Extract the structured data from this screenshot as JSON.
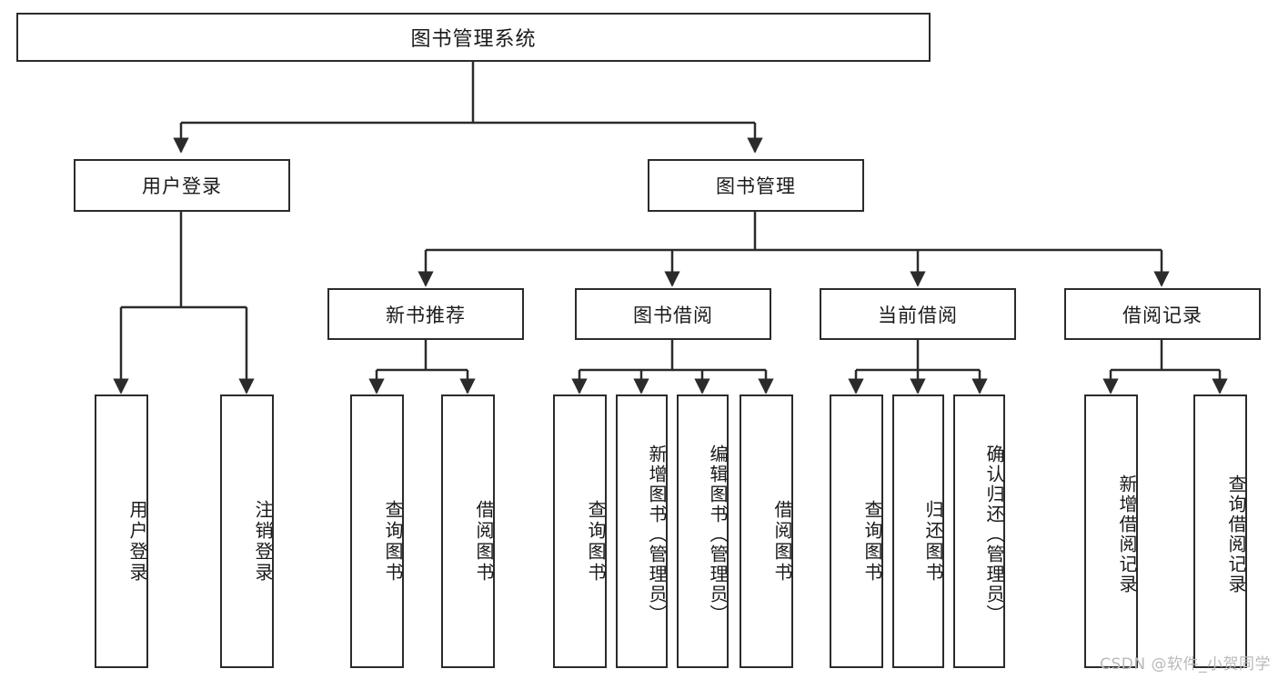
{
  "diagram": {
    "type": "tree",
    "title": "图书管理系统",
    "root": {
      "id": "root",
      "label": "图书管理系统"
    },
    "level2": [
      {
        "id": "user-login",
        "label": "用户登录"
      },
      {
        "id": "book-manage",
        "label": "图书管理"
      }
    ],
    "level3": [
      {
        "id": "new-book-recommend",
        "label": "新书推荐"
      },
      {
        "id": "book-borrow",
        "label": "图书借阅"
      },
      {
        "id": "current-borrow",
        "label": "当前借阅"
      },
      {
        "id": "borrow-record",
        "label": "借阅记录"
      }
    ],
    "leaves": {
      "user_login": [
        {
          "id": "leaf-user-login",
          "label": "用户登录"
        },
        {
          "id": "leaf-logout",
          "label": "注销登录"
        }
      ],
      "new_book_recommend": [
        {
          "id": "leaf-query-book-1",
          "label": "查询图书"
        },
        {
          "id": "leaf-borrow-book-1",
          "label": "借阅图书"
        }
      ],
      "book_borrow": [
        {
          "id": "leaf-query-book-2",
          "label": "查询图书"
        },
        {
          "id": "leaf-add-book",
          "label": "新增图书（管理员）"
        },
        {
          "id": "leaf-edit-book",
          "label": "编辑图书（管理员）"
        },
        {
          "id": "leaf-borrow-book-2",
          "label": "借阅图书"
        }
      ],
      "current_borrow": [
        {
          "id": "leaf-query-book-3",
          "label": "查询图书"
        },
        {
          "id": "leaf-return-book",
          "label": "归还图书"
        },
        {
          "id": "leaf-confirm-return",
          "label": "确认归还（管理员）"
        }
      ],
      "borrow_record": [
        {
          "id": "leaf-add-record",
          "label": "新增借阅记录"
        },
        {
          "id": "leaf-query-record",
          "label": "查询借阅记录"
        }
      ]
    },
    "watermark": "CSDN @软件_小贺同学",
    "colors": {
      "stroke": "#2b2b2b",
      "fill": "#ffffff",
      "text": "#1a1a1a",
      "watermark": "#b9b9b9",
      "background": "#ffffff"
    }
  }
}
